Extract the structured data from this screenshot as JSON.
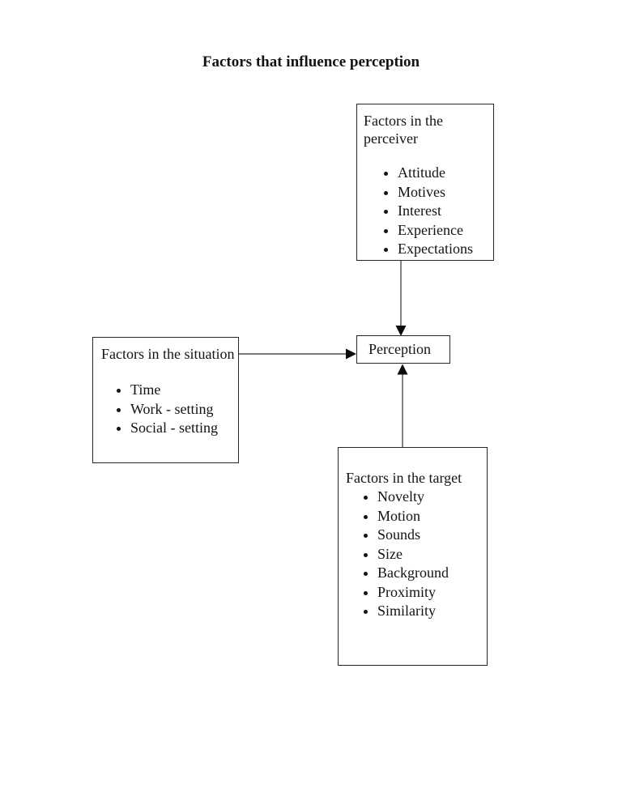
{
  "page": {
    "title": "Factors that influence perception"
  },
  "diagram": {
    "perceiver_box": {
      "heading": "Factors in the perceiver",
      "items": [
        "Attitude",
        "Motives",
        "Interest",
        "Experience",
        "Expectations"
      ]
    },
    "situation_box": {
      "heading": "Factors in the situation",
      "items": [
        "Time",
        "Work - setting",
        "Social - setting"
      ]
    },
    "target_box": {
      "heading": "Factors in the target",
      "items": [
        "Novelty",
        "Motion",
        "Sounds",
        "Size",
        "Background",
        "Proximity",
        "Similarity"
      ]
    },
    "perception_box": {
      "label": "Perception"
    },
    "connectors": [
      {
        "from": "perceiver_box",
        "to": "perception_box",
        "direction": "down"
      },
      {
        "from": "situation_box",
        "to": "perception_box",
        "direction": "right"
      },
      {
        "from": "target_box",
        "to": "perception_box",
        "direction": "up"
      }
    ]
  },
  "colors": {
    "background": "#ffffff",
    "text": "#131313",
    "box_border": "#262626",
    "connector_line": "#4d4d4d",
    "arrowhead": "#0d0d0d"
  }
}
